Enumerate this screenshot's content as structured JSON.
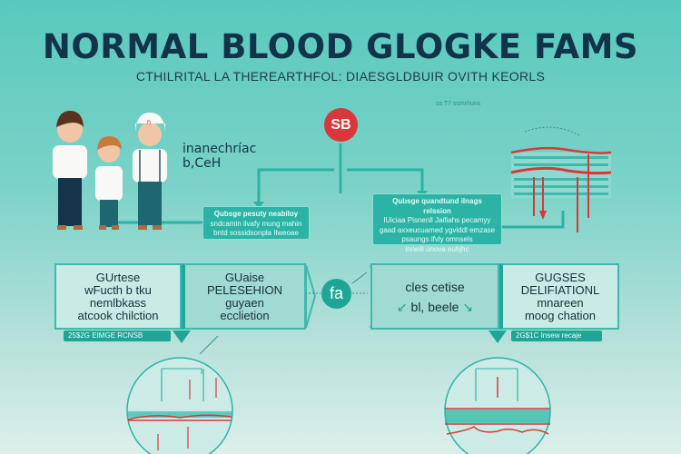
{
  "header": {
    "title": "NORMAL BLOOD GLOGKE FAMS",
    "subtitle": "CTHILRITAL LA THEREARTHFOL: DIAESGLDBUIR OVITH KEORLS",
    "small_note": "ss T7 ssmrhuns"
  },
  "side_label": {
    "line1": "inanechríac",
    "line2": "b,CeH"
  },
  "badge": {
    "text": "SB",
    "color": "#d9383a"
  },
  "boxes": {
    "left": [
      "Qubsge pesuty neabiloy",
      "sndcamin ilvafy mung mahin",
      "bntd sossidsonpla Ilweoae"
    ],
    "right": [
      "Qubsge quandtund ilnags relssion",
      "lUiciaa Pisnenll Jaifiahs pecamyy",
      "gaad axxeucuamed ygviddl emzase",
      "psaungs ifvly omnsels",
      "inneill unova euhjhc"
    ]
  },
  "panels": [
    {
      "lines": [
        "GUrtese",
        "wFucth b tku",
        "nemlbkass",
        "atcook chilction"
      ]
    },
    {
      "lines": [
        "GUaise",
        "PELESEHION",
        "guyaen",
        "ecclietion"
      ]
    },
    {
      "lines": [
        "cles cetise",
        "bl, beele"
      ]
    },
    {
      "lines": [
        "GUGSES",
        "DELIFIATIONL",
        "mnareen",
        "moog chation"
      ]
    }
  ],
  "center_icon": {
    "text": "fa"
  },
  "tags": {
    "left": "25$2G EIMGE RCNSB",
    "right": "2G$1C Insew recaje"
  },
  "colors": {
    "teal": "#1fa596",
    "red": "#d9383a",
    "navy": "#12344a"
  }
}
